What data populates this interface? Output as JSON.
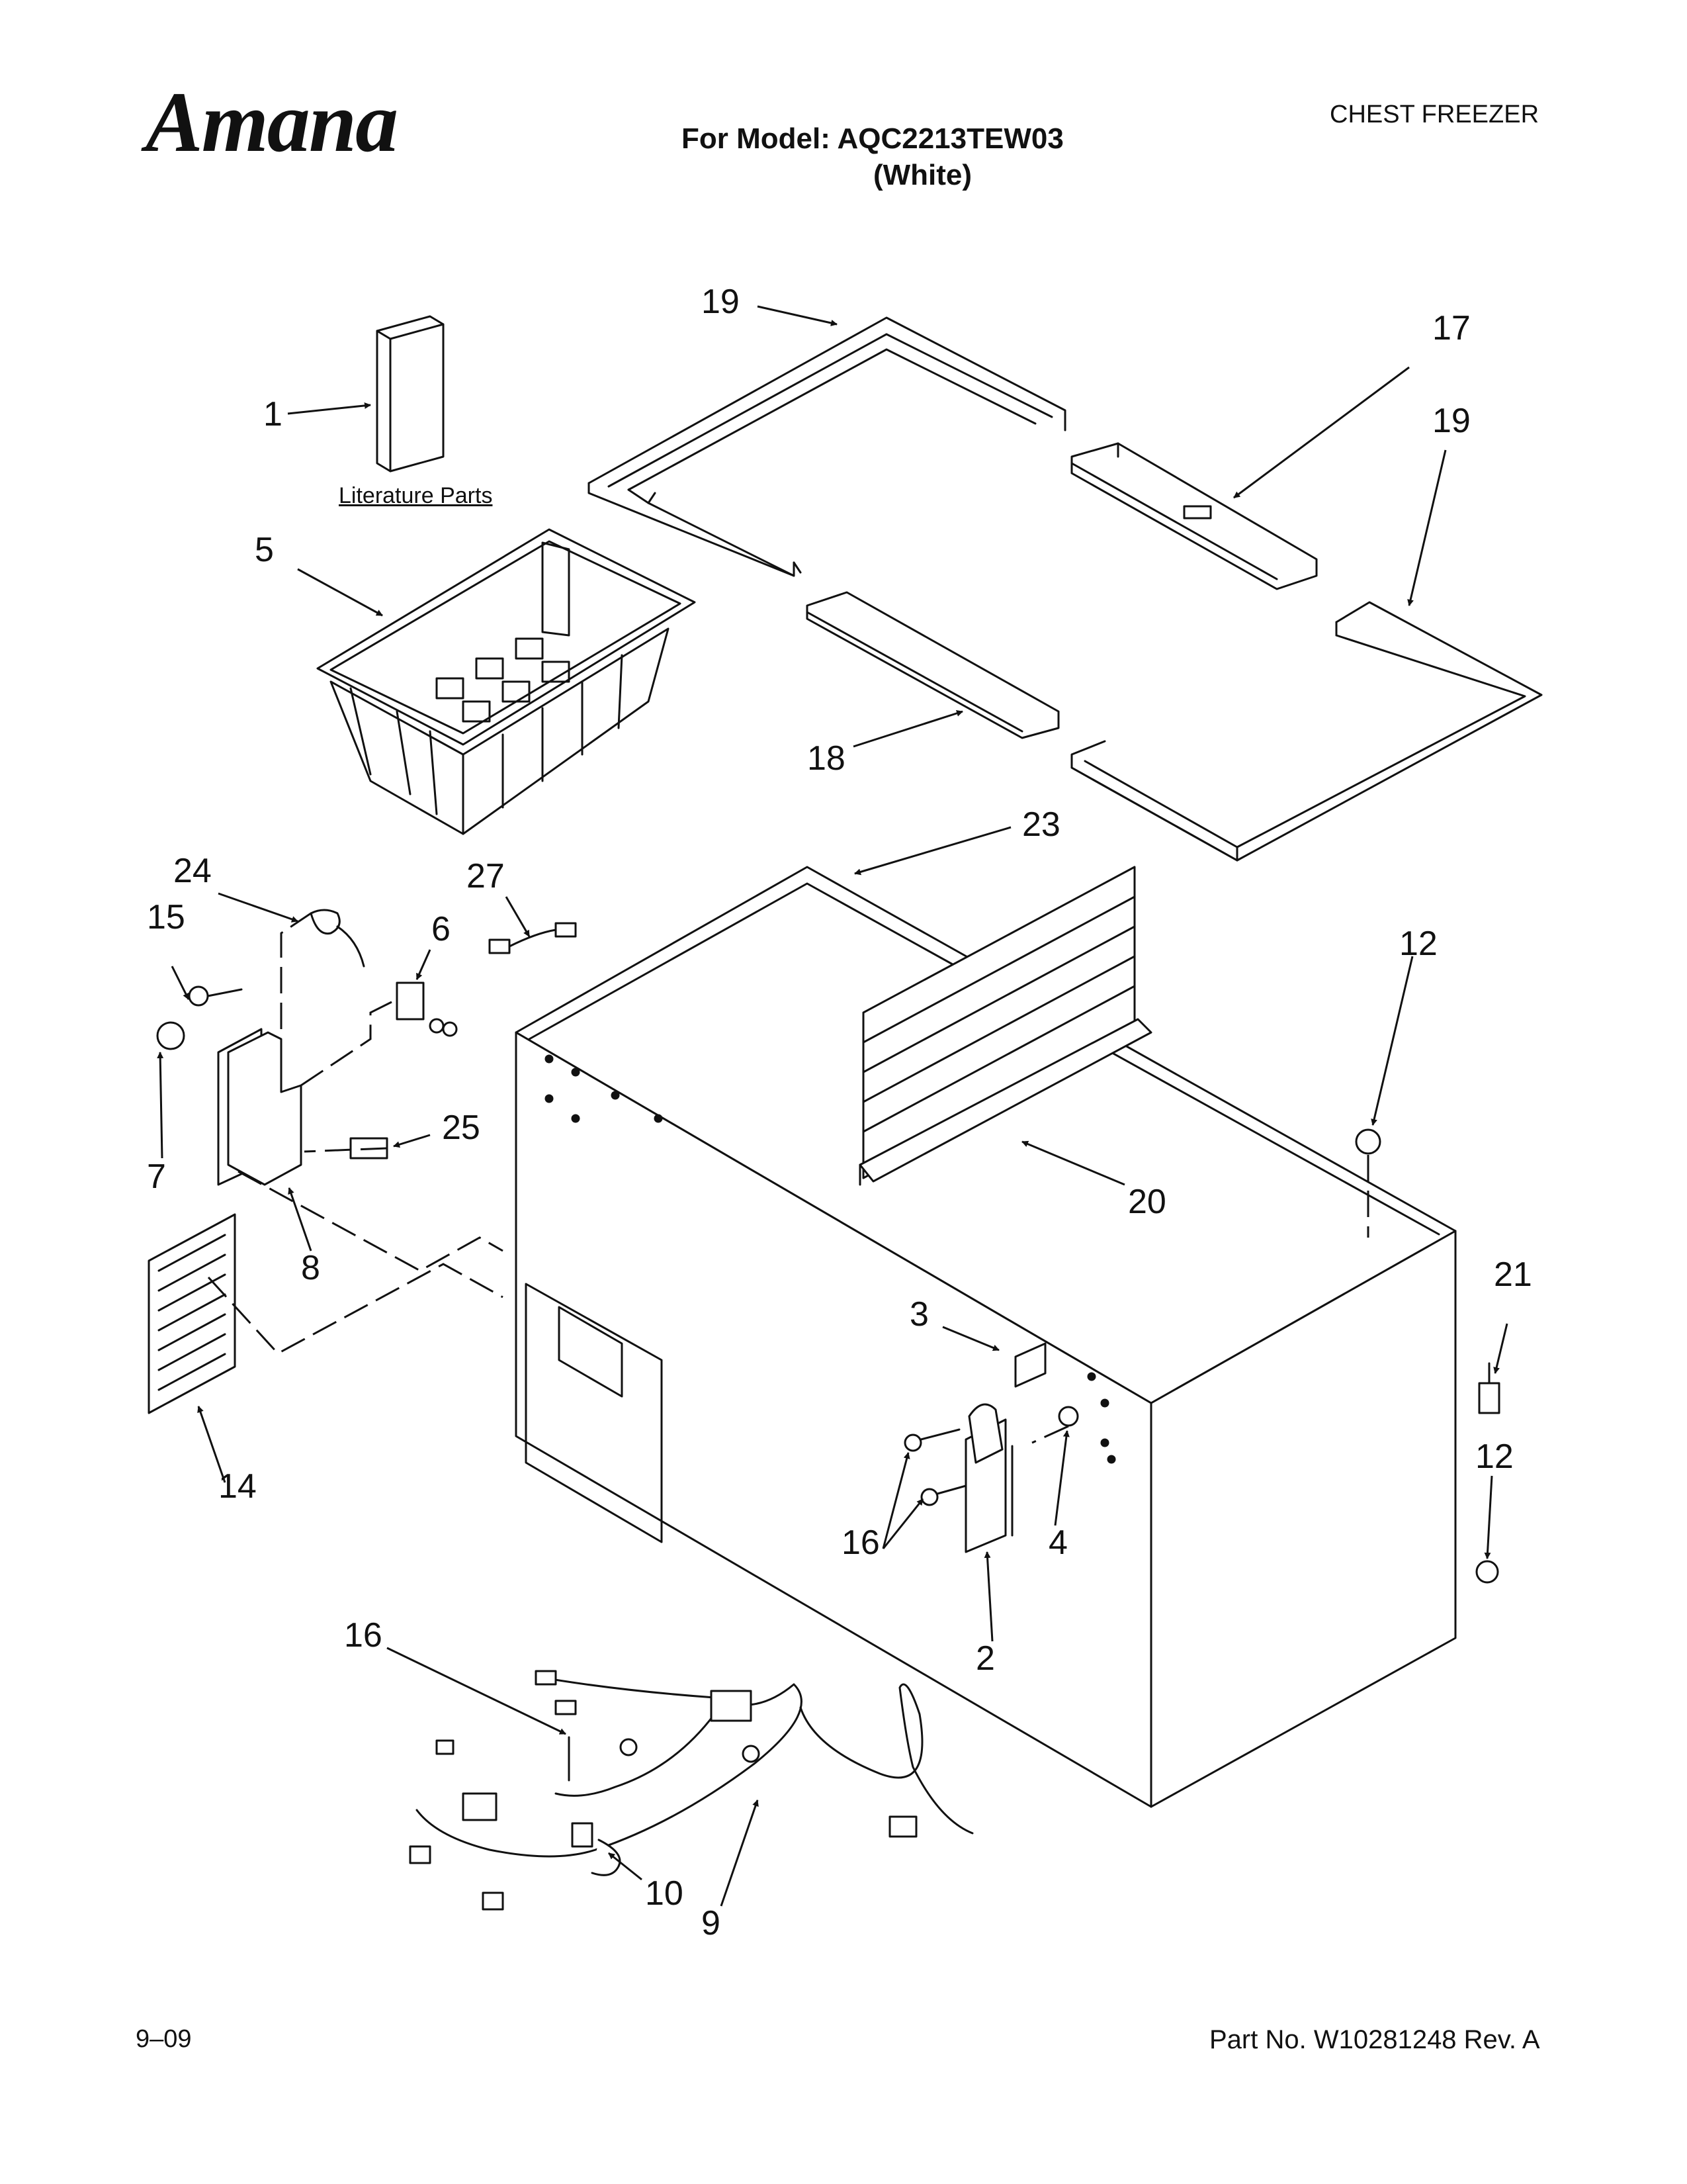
{
  "header": {
    "brand_logo": "Amana",
    "model_line": "For Model: AQC2213TEW03",
    "variant": "(White)",
    "product_type": "CHEST FREEZER"
  },
  "diagram": {
    "literature_label": "Literature Parts",
    "callouts": [
      "19",
      "17",
      "19",
      "1",
      "5",
      "18",
      "23",
      "24",
      "15",
      "27",
      "6",
      "12",
      "7",
      "25",
      "20",
      "8",
      "21",
      "3",
      "14",
      "12",
      "16",
      "4",
      "2",
      "16",
      "10",
      "9"
    ]
  },
  "footer": {
    "date": "9–09",
    "part_number": "Part No. W10281248 Rev. A"
  }
}
